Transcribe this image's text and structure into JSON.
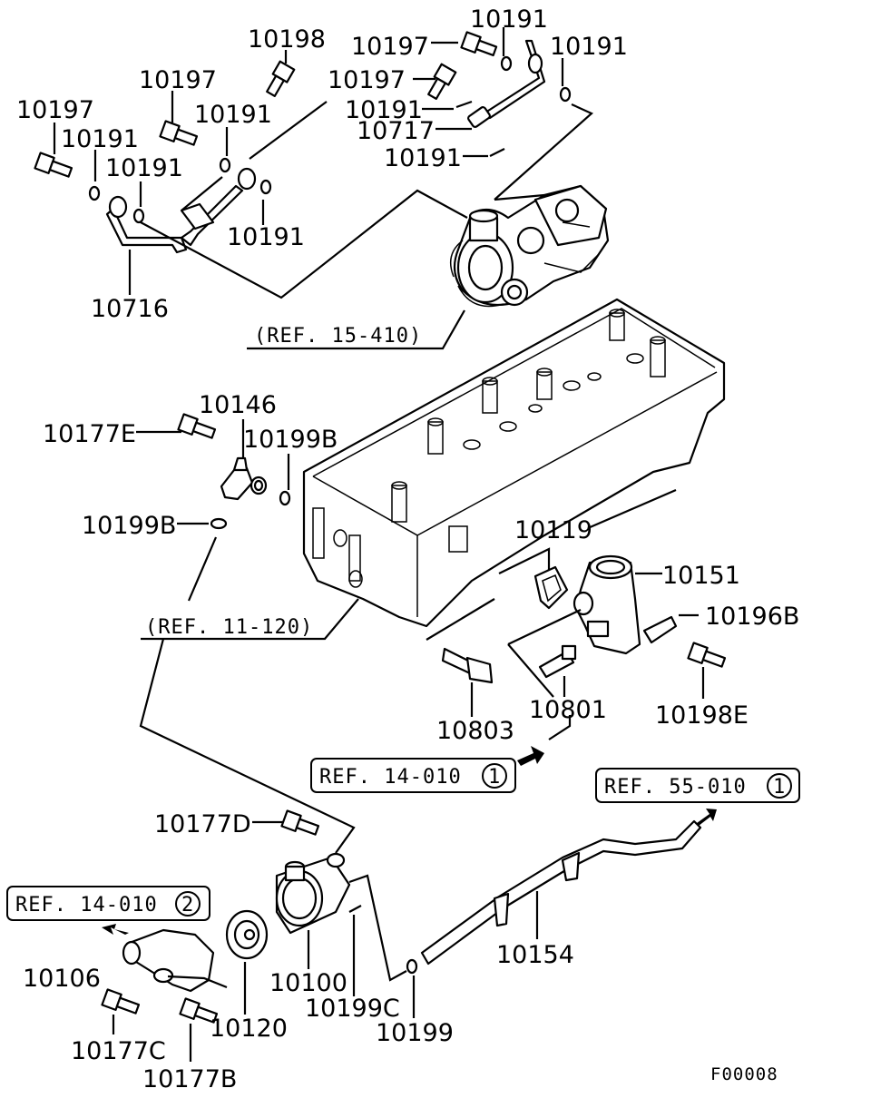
{
  "diagram": {
    "code": "F00008",
    "references": [
      {
        "text": "(REF. 15-410)"
      },
      {
        "text": "(REF. 11-120)"
      },
      {
        "text": "REF. 14-010",
        "circle": "1"
      },
      {
        "text": "REF. 55-010",
        "circle": "1"
      },
      {
        "text": "REF. 14-010",
        "circle": "2"
      }
    ],
    "parts": [
      "10198",
      "10197",
      "10191",
      "10191",
      "10197",
      "10191",
      "10197",
      "10191",
      "10197",
      "10191",
      "10191",
      "10717",
      "10191",
      "10191",
      "10716",
      "10146",
      "10177E",
      "10199B",
      "10199B",
      "10119",
      "10151",
      "10196B",
      "10198E",
      "10801",
      "10803",
      "10177D",
      "10106",
      "10120",
      "10100",
      "10199C",
      "10199",
      "10154",
      "10177C",
      "10177B"
    ]
  }
}
